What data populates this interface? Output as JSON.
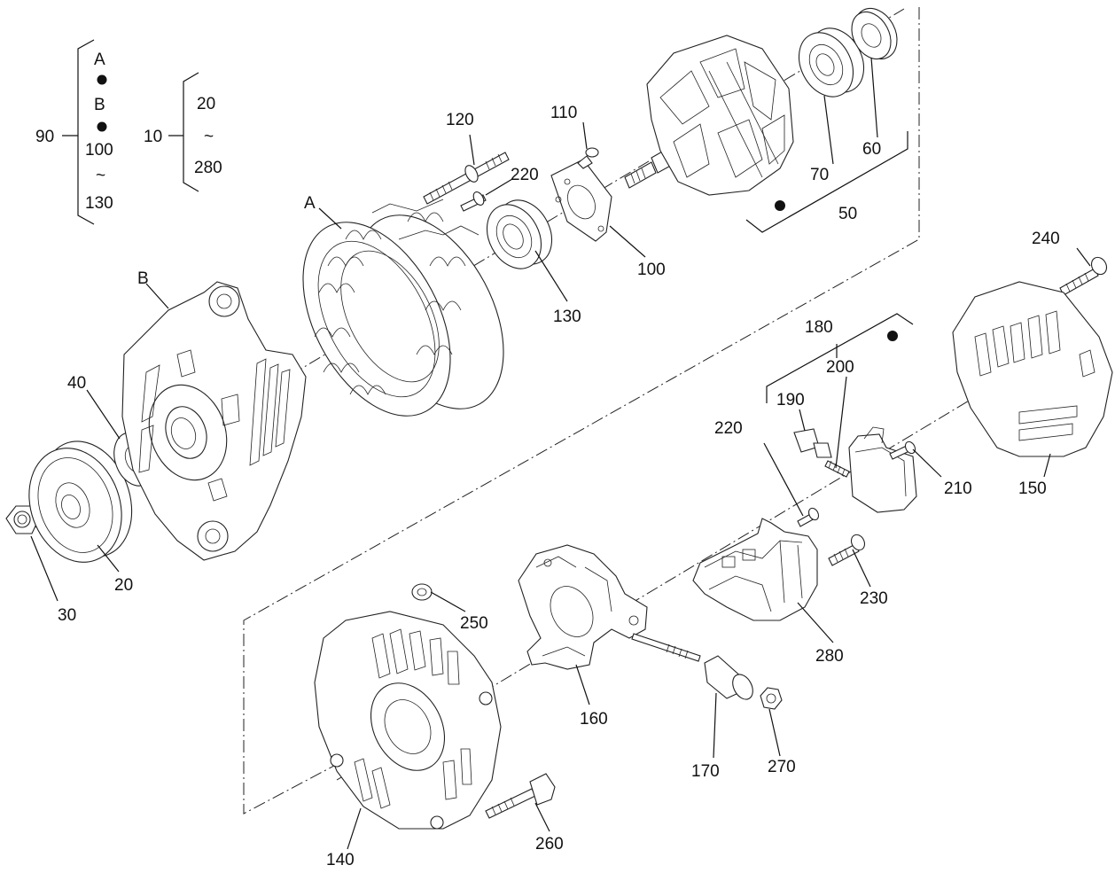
{
  "legend": {
    "group90": {
      "code": "90",
      "items": [
        "A",
        "B",
        "100",
        "130"
      ],
      "range_sign": "~"
    },
    "group10": {
      "code": "10",
      "from": "20",
      "to": "280",
      "range_sign": "~"
    }
  },
  "parts": {
    "p20": "20",
    "p30": "30",
    "p40": "40",
    "p50": "50",
    "p60": "60",
    "p70": "70",
    "p100": "100",
    "p110": "110",
    "p120": "120",
    "p130": "130",
    "p140": "140",
    "p150": "150",
    "p160": "160",
    "p170": "170",
    "p180": "180",
    "p190": "190",
    "p200": "200",
    "p210": "210",
    "p220a": "220",
    "p220b": "220",
    "p230": "230",
    "p240": "240",
    "p250": "250",
    "p260": "260",
    "p270": "270",
    "p280": "280",
    "pA": "A",
    "pB": "B"
  }
}
